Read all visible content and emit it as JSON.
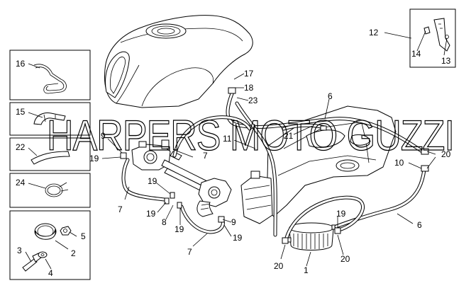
{
  "watermark": "HARPERS MOTO GUZZI",
  "callouts": {
    "c1": "1",
    "c2": "2",
    "c3": "3",
    "c4": "4",
    "c5": "5",
    "c6a": "6",
    "c6b": "6",
    "c7a": "7",
    "c7b": "7",
    "c7c": "7",
    "c8": "8",
    "c9a": "9",
    "c9b": "9",
    "c10": "10",
    "c11": "11",
    "c12": "12",
    "c13": "13",
    "c14": "14",
    "c15": "15",
    "c16": "16",
    "c17": "17",
    "c18": "18",
    "c19a": "19",
    "c19b": "19",
    "c19c": "19",
    "c19d": "19",
    "c19e": "19",
    "c19f": "19",
    "c20a": "20",
    "c20b": "20",
    "c20c": "20",
    "c21": "21",
    "c22": "22",
    "c23": "23",
    "c24": "24"
  }
}
